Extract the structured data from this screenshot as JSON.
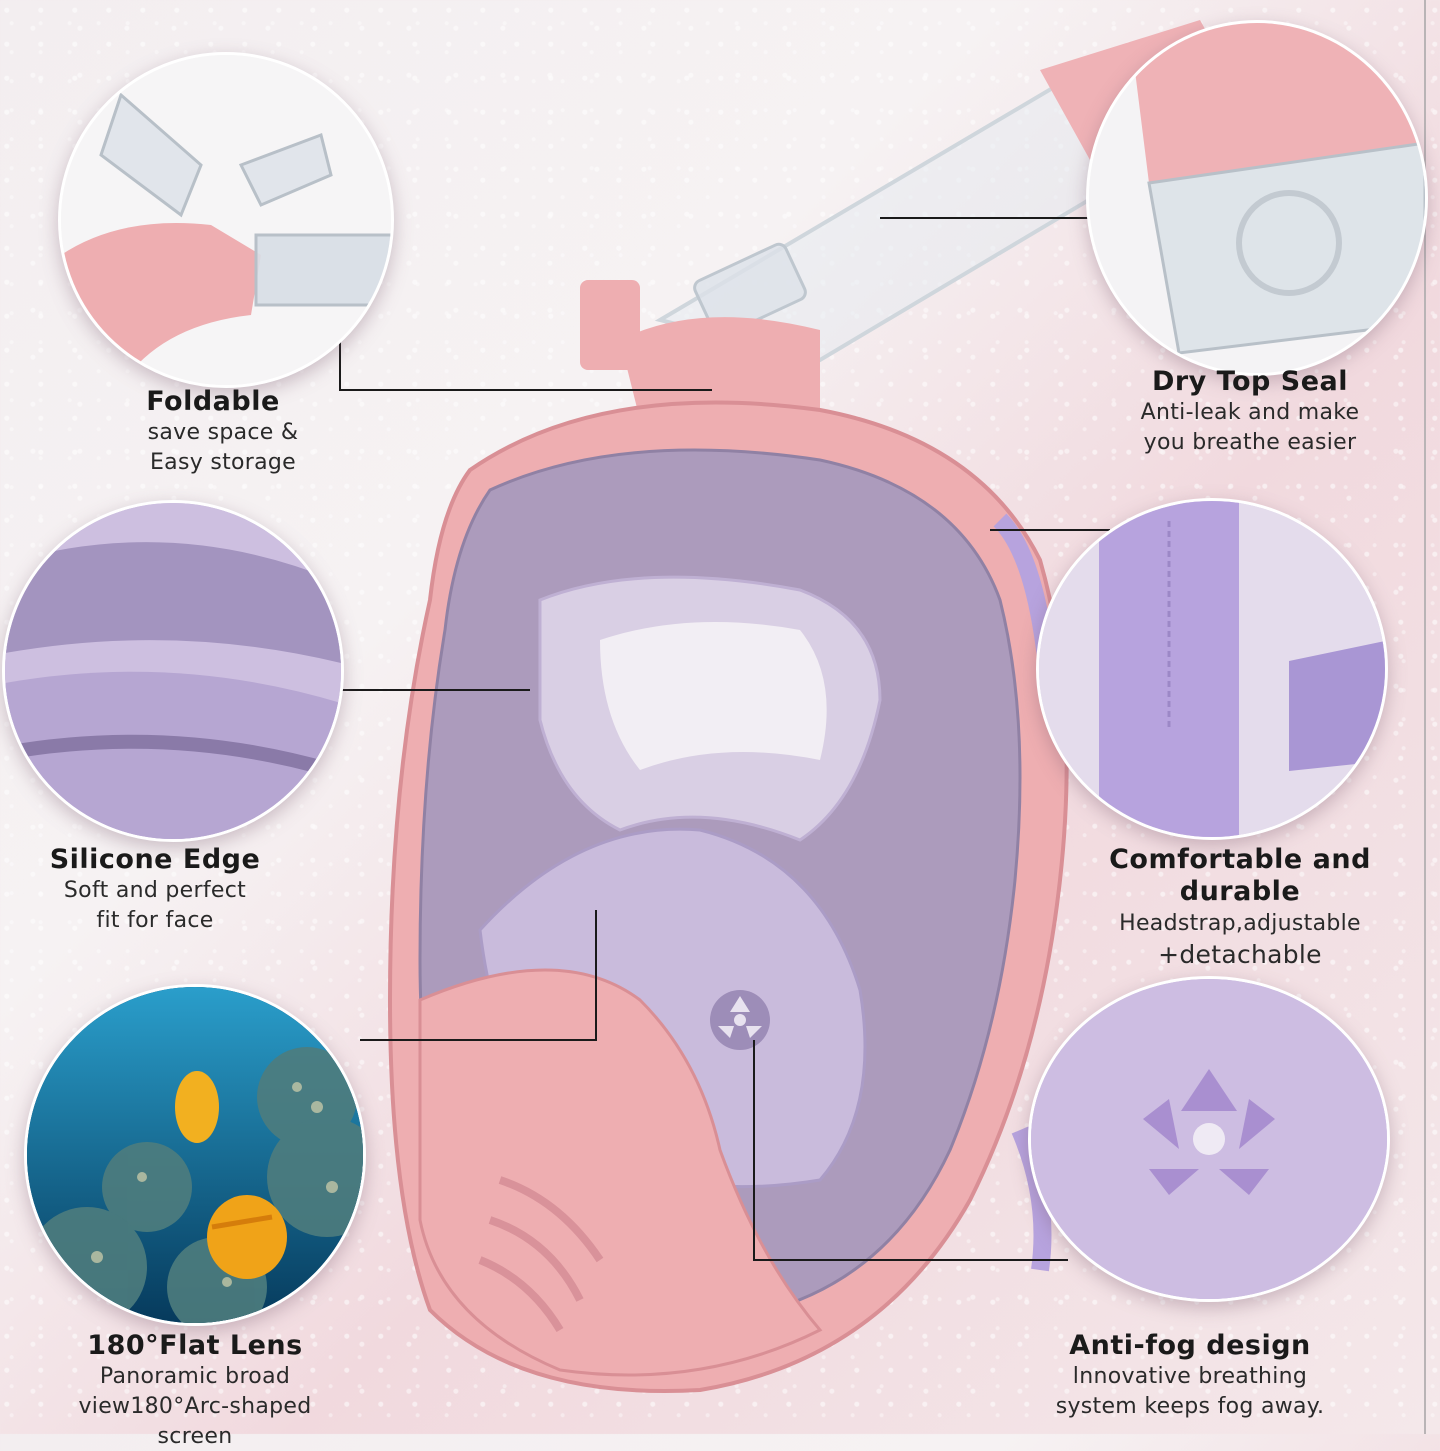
{
  "features": {
    "foldable": {
      "title": "Foldable",
      "line1": "save space &",
      "line2": "Easy storage"
    },
    "dry_top": {
      "title": "Dry Top Seal",
      "line1": "Anti-leak and make",
      "line2": "you breathe easier"
    },
    "silicone": {
      "title": "Silicone Edge",
      "line1": "Soft and perfect",
      "line2": "fit for face"
    },
    "comfort": {
      "title": "Comfortable and durable",
      "line1": "Headstrap,adjustable",
      "line2": "+detachable"
    },
    "lens": {
      "title": "180°Flat Lens",
      "line1": "Panoramic broad",
      "line2": "view180°Arc-shaped screen"
    },
    "antifog": {
      "title": "Anti-fog design",
      "line1": "lnnovative breathing",
      "line2": "system keeps fog away."
    }
  },
  "colors": {
    "mask_pink": "#eeaeb1",
    "lens_purple": "#a99bbd",
    "strap_lilac": "#b7a3de",
    "leader_line": "#1a1a1a"
  }
}
